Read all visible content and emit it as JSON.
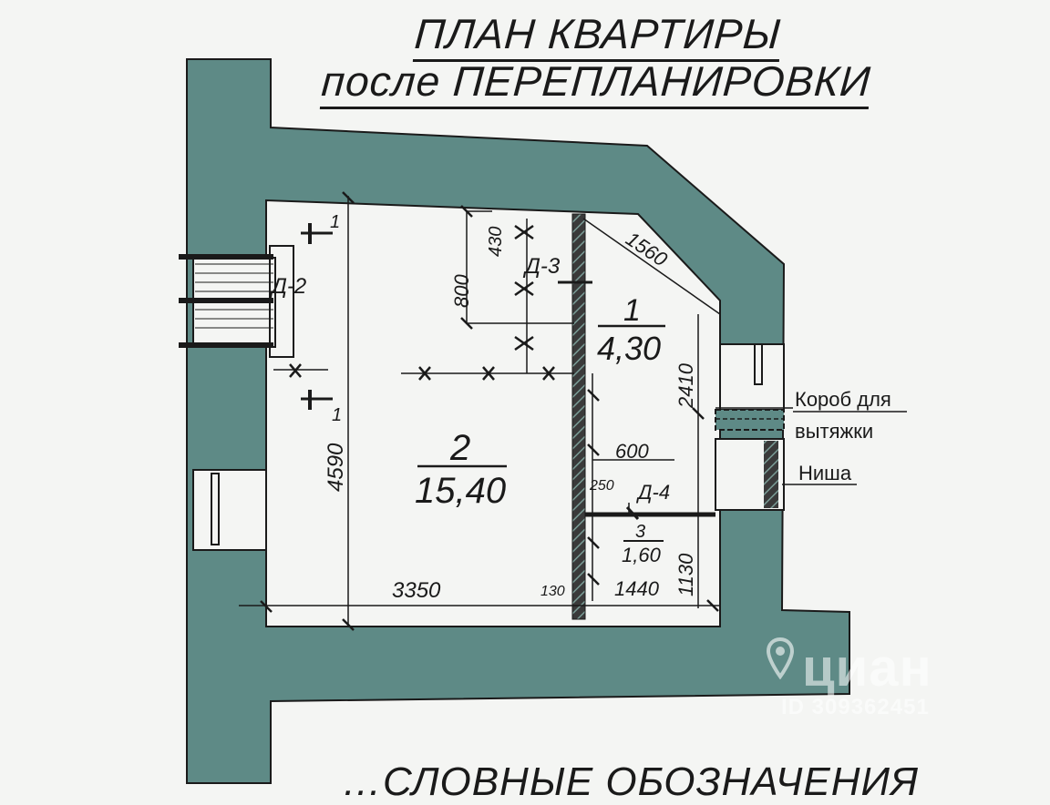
{
  "title": {
    "line1": "ПЛАН КВАРТИРЫ",
    "line2": "после ПЕРЕПЛАНИРОВКИ"
  },
  "rooms": [
    {
      "number": "1",
      "area": "4,30"
    },
    {
      "number": "2",
      "area": "15,40"
    },
    {
      "number": "3",
      "area": "1,60"
    }
  ],
  "doors": {
    "d2": "Д-2",
    "d3": "Д-3",
    "d4": "Д-4"
  },
  "section_marks": {
    "top": "1",
    "bottom": "1"
  },
  "dimensions": {
    "d430": "430",
    "d800": "800",
    "d1560": "1560",
    "d2410": "2410",
    "d4590": "4590",
    "d600": "600",
    "d250": "250",
    "d3350": "3350",
    "d130": "130",
    "d1440": "1440",
    "d1130": "1130"
  },
  "annotations": {
    "duct_line1": "Короб для",
    "duct_line2": "вытяжки",
    "niche": "Ниша"
  },
  "legend_partial": "…СЛОВНЫЕ ОБОЗНАЧЕНИЯ",
  "watermark": {
    "brand": "циан",
    "id": "ID 309362451"
  },
  "colors": {
    "wall": "#5e8a86",
    "background": "#f4f5f3",
    "line": "#1a1a1a"
  }
}
